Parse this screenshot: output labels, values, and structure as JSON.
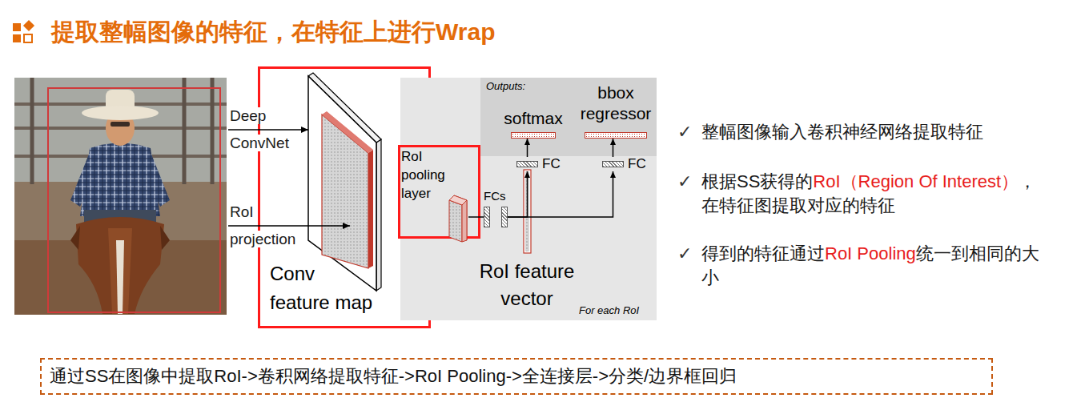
{
  "diagram": {
    "title": "提取整幅图像的特征，在特征上进行Wrap",
    "nodes": [
      {
        "text": [
          "Conv feature map"
        ]
      },
      {
        "text": [
          "RoI feature vector",
          "For each RoI"
        ]
      },
      {
        "text": [
          "Outputs:"
        ],
        "in": 1
      },
      {
        "text": [
          "softmax"
        ],
        "in": 2
      },
      {
        "text": [
          "bbox regressor"
        ],
        "in": 2
      },
      {
        "text": [
          "RoI pooling layer"
        ]
      },
      {
        "text": [
          "FCs"
        ],
        "in": 1
      },
      {
        "text": [
          "FC"
        ],
        "in": 1
      },
      {
        "text": [
          "FC"
        ],
        "in": 1
      },
      {
        "text": [
          "通过SS在图像中提取RoI->卷积网络提取特征->RoI Pooling->全连接层->分类/边界框回归"
        ]
      }
    ],
    "edges": [
      {
        "from": 5,
        "to": 6,
        "arrow": "none"
      },
      {
        "from": 6,
        "to": 7,
        "arrow": "to"
      },
      {
        "from": 6,
        "to": 8,
        "arrow": "to"
      },
      {
        "from": 7,
        "to": 3,
        "arrow": "to"
      },
      {
        "from": 8,
        "to": 4,
        "arrow": "to"
      }
    ],
    "labels": [
      "Deep ConvNet",
      "RoI projection",
      "✓",
      "整幅图像输入卷积神经网络提取特征",
      "✓",
      "根据SS获得的",
      "RoI（Region Of Interest）",
      "，在特征图提取对应的特征",
      "✓",
      "得到的特征通过",
      "RoI Pooling",
      "统一到相同的大小"
    ]
  }
}
